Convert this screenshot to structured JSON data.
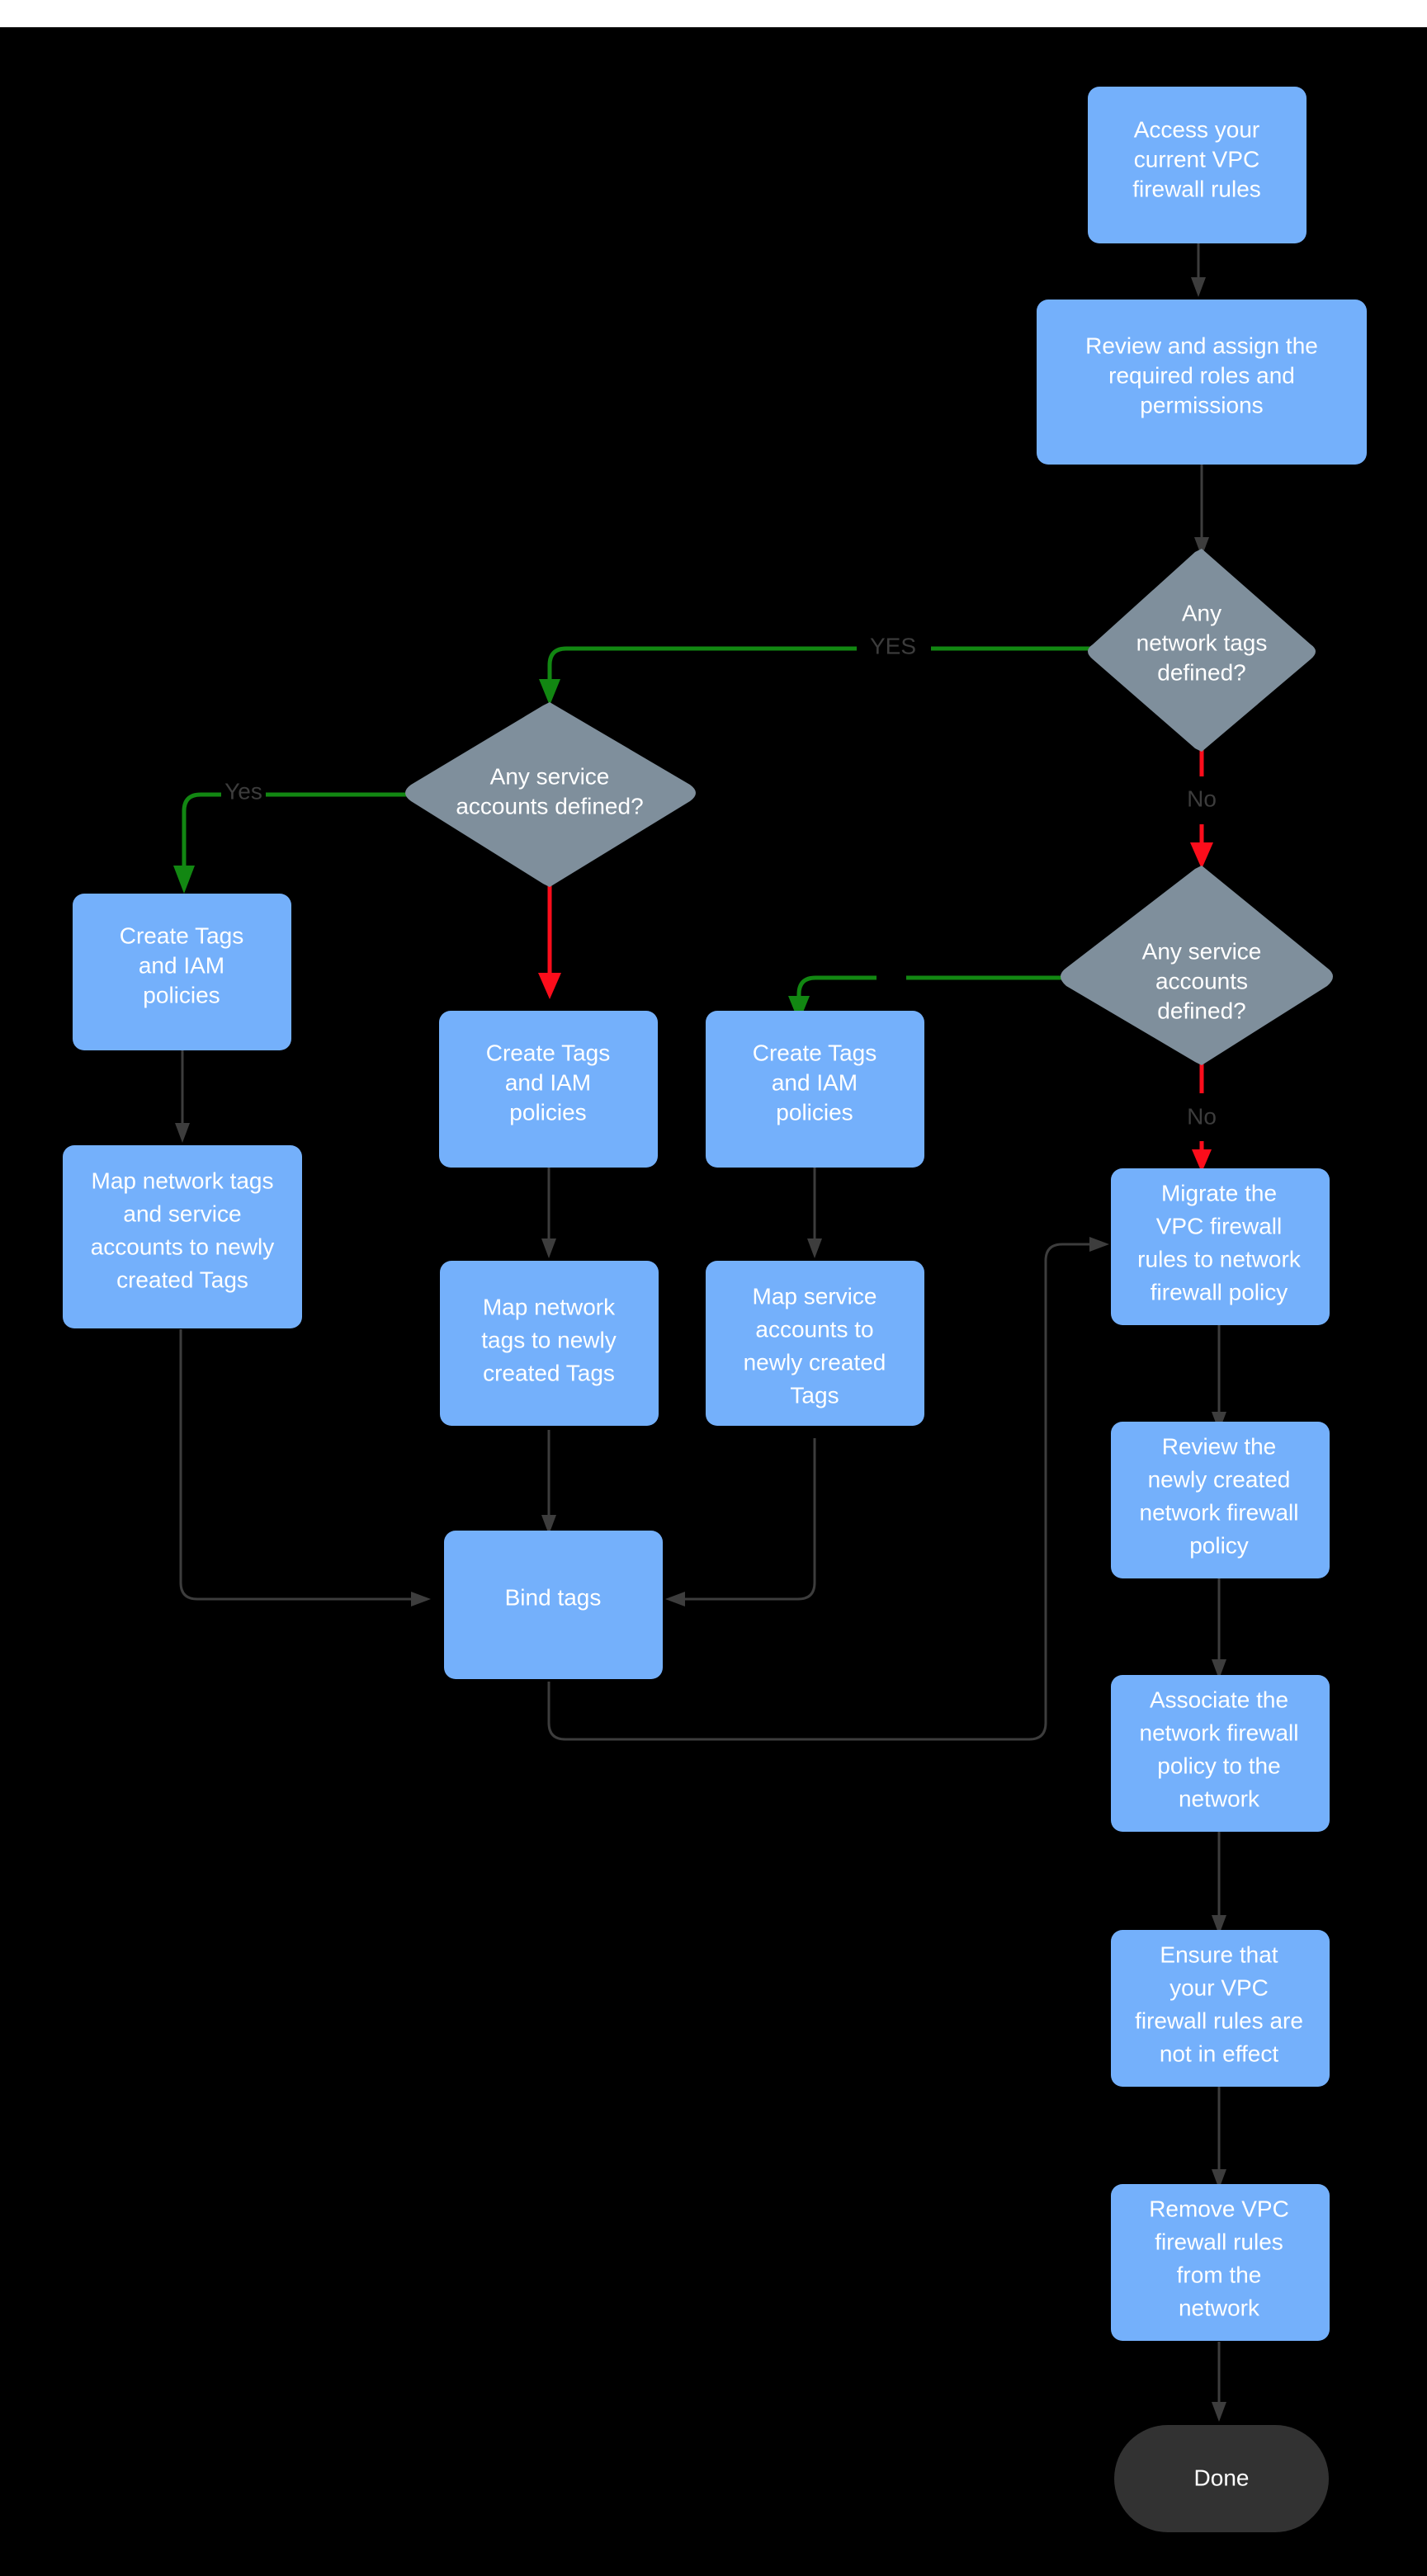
{
  "diagram": {
    "title": "VPC firewall rules to network firewall policy migration flowchart",
    "background": "#000000",
    "colors": {
      "process_fill": "#74b0fb",
      "decision_fill": "#7f8f9c",
      "terminal_fill": "#323232",
      "node_text": "#ffffff",
      "edge_label_text": "#3c3c3c",
      "link_default": "#3d3d3d",
      "link_yes": "#128712",
      "link_no": "#fc0d1b"
    },
    "nodes": [
      {
        "id": "access",
        "type": "process",
        "label": "Access your current VPC firewall rules"
      },
      {
        "id": "review_roles",
        "type": "process",
        "label": "Review and assign the required roles and permissions"
      },
      {
        "id": "net_tags_q",
        "type": "decision",
        "label": "Any network tags defined?"
      },
      {
        "id": "svc_acc_q_l",
        "type": "decision",
        "label": "Any service accounts defined?"
      },
      {
        "id": "svc_acc_q_r",
        "type": "decision",
        "label": "Any service accounts defined?"
      },
      {
        "id": "create_tags_l",
        "type": "process",
        "label": "Create Tags and IAM policies"
      },
      {
        "id": "create_tags_m",
        "type": "process",
        "label": "Create Tags and IAM policies"
      },
      {
        "id": "create_tags_r",
        "type": "process",
        "label": "Create Tags and IAM policies"
      },
      {
        "id": "map_both",
        "type": "process",
        "label": "Map network tags and service accounts to newly created Tags"
      },
      {
        "id": "map_net",
        "type": "process",
        "label": "Map network tags to newly created Tags"
      },
      {
        "id": "map_svc",
        "type": "process",
        "label": "Map service accounts  to newly created Tags"
      },
      {
        "id": "bind_tags",
        "type": "process",
        "label": "Bind tags"
      },
      {
        "id": "migrate",
        "type": "process",
        "label": "Migrate the VPC firewall rules to network firewall policy"
      },
      {
        "id": "review_policy",
        "type": "process",
        "label": "Review the newly created network firewall policy"
      },
      {
        "id": "associate",
        "type": "process",
        "label": "Associate the network firewall policy to the network"
      },
      {
        "id": "ensure",
        "type": "process",
        "label": "Ensure that your VPC firewall rules are not in effect"
      },
      {
        "id": "remove",
        "type": "process",
        "label": "Remove  VPC firewall rules from the network"
      },
      {
        "id": "done",
        "type": "terminal",
        "label": "Done"
      }
    ],
    "node_lines": {
      "access": [
        "Access your",
        "current VPC",
        "firewall rules"
      ],
      "review_roles": [
        "Review and assign the",
        "required roles and",
        "permissions"
      ],
      "net_tags_q": [
        "Any",
        "network tags",
        "defined?"
      ],
      "svc_acc_q_l": [
        "Any service",
        "accounts defined?"
      ],
      "svc_acc_q_r": [
        "Any service",
        "accounts",
        "defined?"
      ],
      "create_tags_l": [
        "Create Tags",
        "and IAM",
        "policies"
      ],
      "create_tags_m": [
        "Create Tags",
        "and IAM",
        "policies"
      ],
      "create_tags_r": [
        "Create Tags",
        "and IAM",
        "policies"
      ],
      "map_both": [
        "Map network tags",
        "and service",
        "accounts to newly",
        "created Tags"
      ],
      "map_net": [
        "Map network",
        "tags to newly",
        "created Tags"
      ],
      "map_svc": [
        "Map service",
        "accounts  to",
        "newly created",
        "Tags"
      ],
      "bind_tags": [
        "Bind tags"
      ],
      "migrate": [
        "Migrate the",
        "VPC firewall",
        "rules to network",
        "firewall policy"
      ],
      "review_policy": [
        "Review the",
        "newly created",
        "network firewall",
        "policy"
      ],
      "associate": [
        "Associate the",
        "network firewall",
        "policy to the",
        "network"
      ],
      "ensure": [
        "Ensure that",
        "your VPC",
        "firewall rules are",
        "not in effect"
      ],
      "remove": [
        "Remove  VPC",
        "firewall rules",
        "from the",
        "network"
      ],
      "done": [
        "Done"
      ]
    },
    "edges": [
      {
        "id": "e1",
        "from": "access",
        "to": "review_roles",
        "label": "",
        "color": "default"
      },
      {
        "id": "e2",
        "from": "review_roles",
        "to": "net_tags_q",
        "label": "",
        "color": "default"
      },
      {
        "id": "e3",
        "from": "net_tags_q",
        "to": "svc_acc_q_l",
        "label": "YES",
        "color": "yes"
      },
      {
        "id": "e4",
        "from": "net_tags_q",
        "to": "svc_acc_q_r",
        "label": "No",
        "color": "no"
      },
      {
        "id": "e5",
        "from": "svc_acc_q_l",
        "to": "create_tags_l",
        "label": "Yes",
        "color": "yes"
      },
      {
        "id": "e6",
        "from": "svc_acc_q_l",
        "to": "create_tags_m",
        "label": "",
        "color": "no"
      },
      {
        "id": "e7",
        "from": "svc_acc_q_r",
        "to": "create_tags_r",
        "label": "",
        "color": "yes"
      },
      {
        "id": "e8",
        "from": "svc_acc_q_r",
        "to": "migrate",
        "label": "No",
        "color": "no"
      },
      {
        "id": "e9",
        "from": "create_tags_l",
        "to": "map_both",
        "label": "",
        "color": "default"
      },
      {
        "id": "e10",
        "from": "create_tags_m",
        "to": "map_net",
        "label": "",
        "color": "default"
      },
      {
        "id": "e11",
        "from": "create_tags_r",
        "to": "map_svc",
        "label": "",
        "color": "default"
      },
      {
        "id": "e12",
        "from": "map_both",
        "to": "bind_tags",
        "label": "",
        "color": "default"
      },
      {
        "id": "e13",
        "from": "map_net",
        "to": "bind_tags",
        "label": "",
        "color": "default"
      },
      {
        "id": "e14",
        "from": "map_svc",
        "to": "bind_tags",
        "label": "",
        "color": "default"
      },
      {
        "id": "e15",
        "from": "bind_tags",
        "to": "migrate",
        "label": "",
        "color": "default"
      },
      {
        "id": "e16",
        "from": "migrate",
        "to": "review_policy",
        "label": "",
        "color": "default"
      },
      {
        "id": "e17",
        "from": "review_policy",
        "to": "associate",
        "label": "",
        "color": "default"
      },
      {
        "id": "e18",
        "from": "associate",
        "to": "ensure",
        "label": "",
        "color": "default"
      },
      {
        "id": "e19",
        "from": "ensure",
        "to": "remove",
        "label": "",
        "color": "default"
      },
      {
        "id": "e20",
        "from": "remove",
        "to": "done",
        "label": "",
        "color": "default"
      }
    ],
    "edge_labels": {
      "yes_upper": "YES",
      "yes_left": "Yes",
      "no_upper": "No",
      "no_lower": "No"
    }
  }
}
